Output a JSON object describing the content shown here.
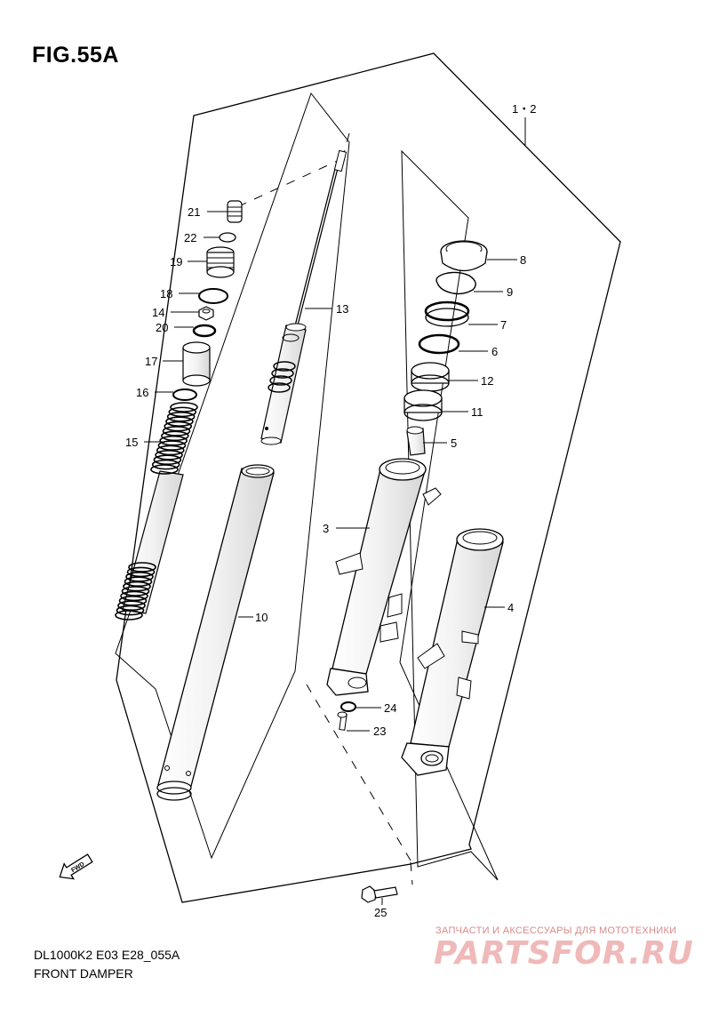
{
  "figure": {
    "title": "FIG.55A"
  },
  "footer": {
    "model_code": "DL1000K2 E03 E28_055A",
    "caption": "FRONT DAMPER"
  },
  "fwd_icon": {
    "label": "FWD"
  },
  "assembly_label": "1・2",
  "watermark": {
    "tagline": "ЗАПЧАСТИ И АКСЕССУАРЫ ДЛЯ МОТОТЕХНИКИ",
    "logo": "PARTSFOR.RU"
  },
  "callouts": {
    "p21": "21",
    "p22": "22",
    "p19": "19",
    "p18": "18",
    "p14": "14",
    "p20": "20",
    "p17": "17",
    "p16": "16",
    "p15": "15",
    "p13": "13",
    "p10": "10",
    "p8": "8",
    "p9": "9",
    "p7": "7",
    "p6": "6",
    "p12": "12",
    "p11": "11",
    "p5": "5",
    "p3": "3",
    "p4": "4",
    "p24": "24",
    "p23": "23",
    "p25": "25"
  }
}
